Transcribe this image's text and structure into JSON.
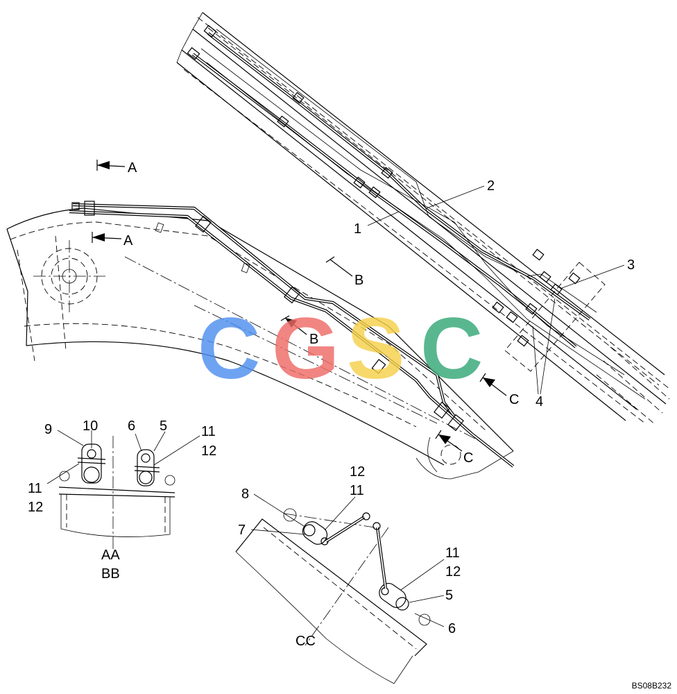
{
  "section_markers": {
    "a_top": "A",
    "a_bottom": "A",
    "b_top": "B",
    "b_bottom": "B",
    "c_top": "C",
    "c_bottom": "C"
  },
  "callouts": {
    "main": {
      "n1": "1",
      "n2": "2",
      "n3": "3",
      "n4": "4"
    },
    "section_aa_bb": {
      "n9": "9",
      "n10": "10",
      "n6": "6",
      "n5": "5",
      "n11_right": "11",
      "n12_right": "12",
      "n11_left": "11",
      "n12_left": "12"
    },
    "section_cc": {
      "n12_top": "12",
      "n11_top": "11",
      "n8": "8",
      "n7": "7",
      "n11_right": "11",
      "n12_right": "12",
      "n5": "5",
      "n6": "6"
    }
  },
  "view_titles": {
    "aa": "AA",
    "bb": "BB",
    "cc": "CC"
  },
  "watermark": {
    "letters": [
      "C",
      "G",
      "S",
      "C"
    ],
    "colors": [
      "#4f8ff0",
      "#ee6b67",
      "#f6d04a",
      "#35a877"
    ]
  },
  "drawing_code": "BS08B232"
}
